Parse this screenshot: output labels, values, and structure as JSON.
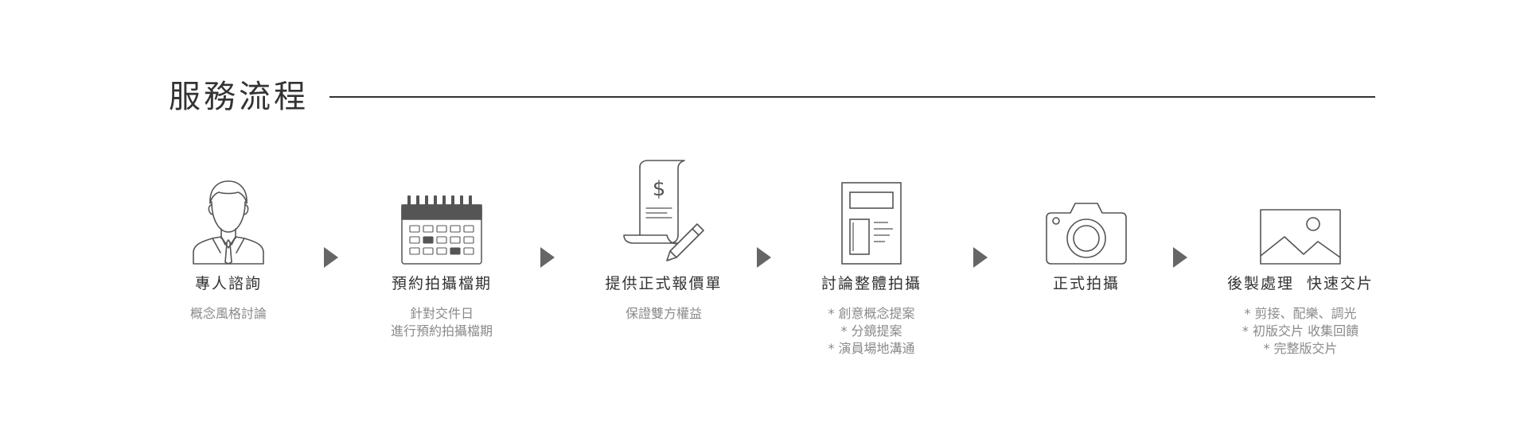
{
  "section": {
    "title": "服務流程"
  },
  "steps": [
    {
      "icon": "consultant-person-icon",
      "title": "專人諮詢",
      "desc": [
        "概念風格討論"
      ]
    },
    {
      "icon": "calendar-icon",
      "title": "預約拍攝檔期",
      "desc": [
        "針對交件日",
        "進行預約拍攝檔期"
      ]
    },
    {
      "icon": "invoice-scroll-pencil-icon",
      "title": "提供正式報價單",
      "desc": [
        "保證雙方權益"
      ]
    },
    {
      "icon": "document-layout-icon",
      "title": "討論整體拍攝",
      "desc": [
        "* 創意概念提案",
        "* 分鏡提案",
        "* 演員場地溝通"
      ]
    },
    {
      "icon": "camera-icon",
      "title": "正式拍攝",
      "desc": []
    },
    {
      "icon": "image-landscape-icon",
      "title": "後製處理  快速交片",
      "desc": [
        "* 剪接、配樂、調光",
        "* 初版交片 收集回饋",
        "* 完整版交片"
      ]
    }
  ],
  "colors": {
    "text": "#333333",
    "muted": "#8a8a8a",
    "icon": "#555555",
    "arrow": "#666666"
  }
}
